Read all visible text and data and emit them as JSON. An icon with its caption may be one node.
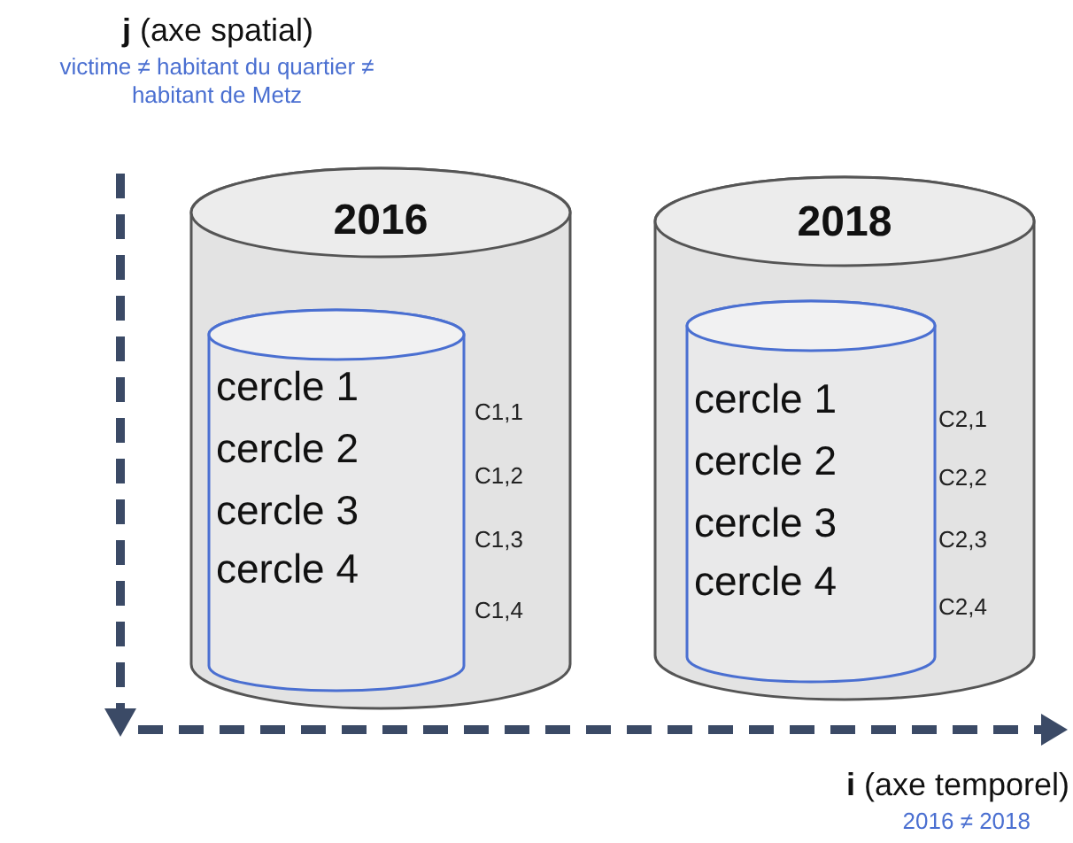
{
  "diagram": {
    "nodes": [
      {
        "text": [
          "2016"
        ]
      },
      {
        "text": [
          "cercle 1",
          "cercle 2",
          "cercle 3",
          "cercle 4"
        ],
        "in": 0,
        "beside": [
          "C1,1",
          "C1,2",
          "C1,3",
          "C1,4"
        ]
      },
      {
        "text": [
          "2018"
        ]
      },
      {
        "text": [
          "cercle 1",
          "cercle 2",
          "cercle 3",
          "cercle 4"
        ],
        "in": 2,
        "beside": [
          "C2,1",
          "C2,2",
          "C2,3",
          "C2,4"
        ]
      }
    ],
    "edges": [],
    "labels": [
      "**j** (axe spatial)",
      "victime ≠ habitant du quartier ≠ habitant de Metz",
      "**i** (axe temporel)",
      "2016 ≠ 2018"
    ]
  }
}
